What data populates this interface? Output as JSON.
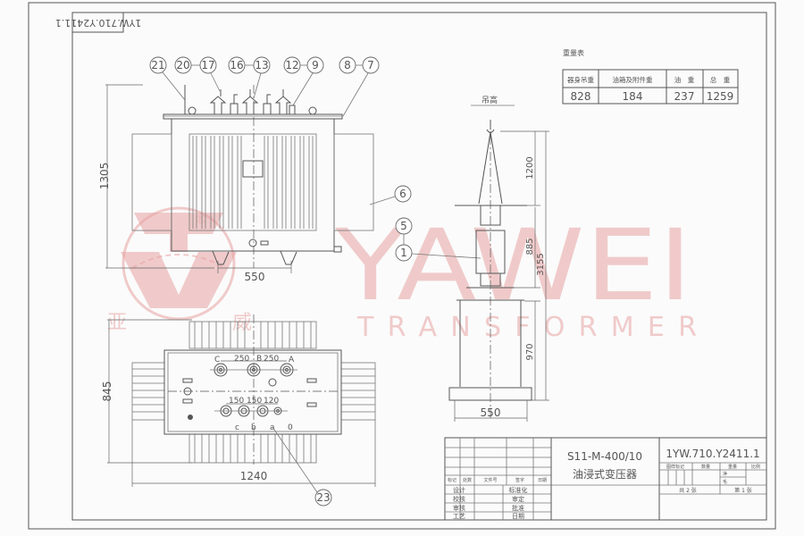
{
  "drawing": {
    "drawing_number": "1YW.710.Y2411.1",
    "drawing_number_rotated": "1YW.710.Y2411.1",
    "model": "S11-M-400/10",
    "product_name": "油浸式变压器"
  },
  "weight_table": {
    "title": "重量表",
    "headers": [
      "器身吊重",
      "油箱及附件重",
      "油　重",
      "总　重"
    ],
    "values": [
      "828",
      "184",
      "237",
      "1259"
    ]
  },
  "front_view": {
    "height_dim": "1305",
    "base_dim": "550",
    "balloons": [
      "21",
      "20",
      "17",
      "16",
      "13",
      "12",
      "9",
      "8",
      "7",
      "6",
      "5",
      "1"
    ]
  },
  "top_view": {
    "height_dim": "845",
    "width_dim": "1240",
    "hv_spacing": [
      "250",
      "250"
    ],
    "hv_labels": [
      "C",
      "B",
      "A"
    ],
    "lv_spacing": [
      "150",
      "150",
      "120"
    ],
    "lv_labels": [
      "c",
      "b",
      "a",
      "0"
    ],
    "balloon": "23"
  },
  "lift_view": {
    "title": "吊高",
    "dims": [
      "1200",
      "885",
      "970",
      "3155"
    ],
    "base_dim": "550"
  },
  "title_block": {
    "rev_headers": [
      "标记",
      "处数",
      "文件号",
      "签字",
      "日期"
    ],
    "roles_left": [
      "设计",
      "校核",
      "审核",
      "工艺"
    ],
    "roles_right": [
      "标准化",
      "审定",
      "批准",
      "日期"
    ],
    "stage_headers": [
      "图样标记",
      "数量",
      "重量",
      "比例"
    ],
    "weight_rows": [
      "净",
      "毛"
    ],
    "sheet_total": "共 2 张",
    "sheet_no": "第 1 张"
  },
  "watermark": {
    "brand": "YAWEI",
    "subtitle": "TRANSFORMER",
    "logo_chars": [
      "亚",
      "威"
    ],
    "registered": "®",
    "color": "#e8a3a3"
  }
}
